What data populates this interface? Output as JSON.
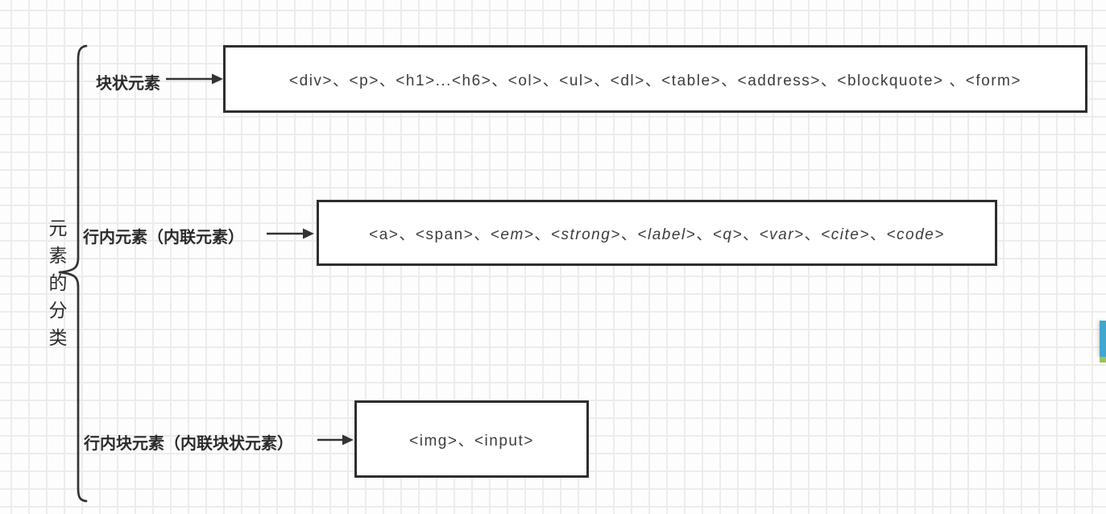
{
  "root_label": {
    "text": "元素的分类",
    "chars": [
      "元",
      "素",
      "的",
      "分",
      "类"
    ]
  },
  "branches": [
    {
      "label": "块状元素",
      "segments": [
        {
          "text": "<div>、<p>、<h1>...<h6>、<ol>、<ul>、<dl>、<table>、<address>、<blockquote> 、<form>",
          "italic": false
        }
      ]
    },
    {
      "label": "行内元素（内联元素）",
      "segments": [
        {
          "text": "<a>、<span>、",
          "italic": false
        },
        {
          "text": "<em>",
          "italic": true
        },
        {
          "text": "、",
          "italic": false
        },
        {
          "text": "<strong>",
          "italic": true
        },
        {
          "text": "、",
          "italic": false
        },
        {
          "text": "<label>",
          "italic": true
        },
        {
          "text": "、",
          "italic": false
        },
        {
          "text": "<q>",
          "italic": true
        },
        {
          "text": "、",
          "italic": false
        },
        {
          "text": "<var>",
          "italic": true
        },
        {
          "text": "、",
          "italic": false
        },
        {
          "text": "<cite>",
          "italic": true
        },
        {
          "text": "、",
          "italic": false
        },
        {
          "text": "<code>",
          "italic": true
        }
      ]
    },
    {
      "label": "行内块元素（内联块状元素）",
      "segments": [
        {
          "text": "<img>、<input>",
          "italic": false
        }
      ]
    }
  ],
  "colors": {
    "stroke": "#333333",
    "node_border": "#2e2e2e",
    "text": "#3d3d3d",
    "label_text": "#2b2b2b",
    "grid_line": "#ececec",
    "canvas_bg": "#fdfdfd",
    "scrollbar_blue": "#41a7ce",
    "scrollbar_green": "#9fc25b"
  }
}
